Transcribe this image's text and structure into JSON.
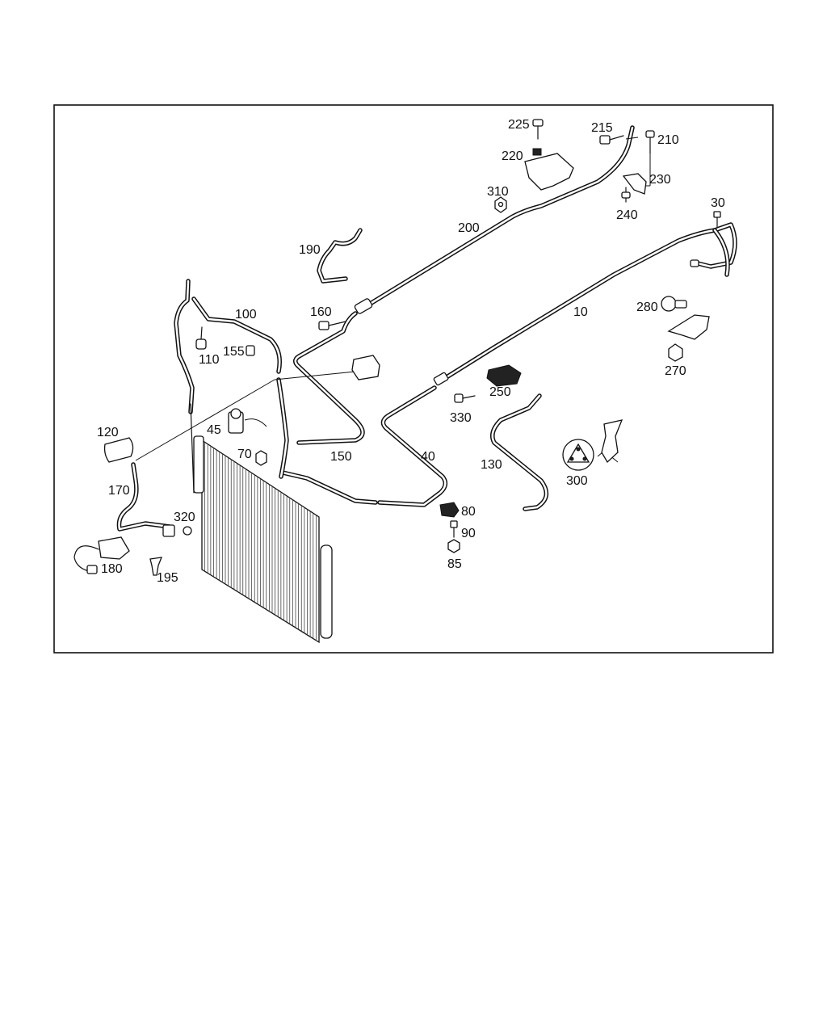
{
  "callouts": [
    {
      "id": "225",
      "text": "225"
    },
    {
      "id": "215",
      "text": "215"
    },
    {
      "id": "210",
      "text": "210"
    },
    {
      "id": "220",
      "text": "220"
    },
    {
      "id": "230",
      "text": "230"
    },
    {
      "id": "310",
      "text": "310"
    },
    {
      "id": "240",
      "text": "240"
    },
    {
      "id": "200",
      "text": "200"
    },
    {
      "id": "30",
      "text": "30"
    },
    {
      "id": "190",
      "text": "190"
    },
    {
      "id": "280",
      "text": "280"
    },
    {
      "id": "160",
      "text": "160"
    },
    {
      "id": "100",
      "text": "100"
    },
    {
      "id": "10",
      "text": "10"
    },
    {
      "id": "155",
      "text": "155"
    },
    {
      "id": "110",
      "text": "110"
    },
    {
      "id": "270",
      "text": "270"
    },
    {
      "id": "250",
      "text": "250"
    },
    {
      "id": "330",
      "text": "330"
    },
    {
      "id": "120",
      "text": "120"
    },
    {
      "id": "45",
      "text": "45"
    },
    {
      "id": "40",
      "text": "40"
    },
    {
      "id": "70",
      "text": "70"
    },
    {
      "id": "150",
      "text": "150"
    },
    {
      "id": "130",
      "text": "130"
    },
    {
      "id": "170",
      "text": "170"
    },
    {
      "id": "300",
      "text": "300"
    },
    {
      "id": "80",
      "text": "80"
    },
    {
      "id": "320",
      "text": "320"
    },
    {
      "id": "90",
      "text": "90"
    },
    {
      "id": "180",
      "text": "180"
    },
    {
      "id": "85",
      "text": "85"
    },
    {
      "id": "195",
      "text": "195"
    }
  ]
}
